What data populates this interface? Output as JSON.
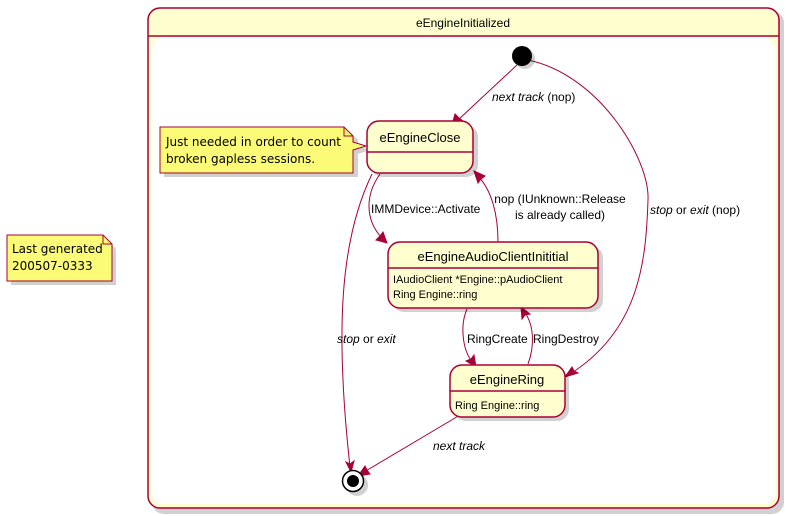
{
  "diagram": {
    "type": "state-diagram",
    "colors": {
      "state_fill": "#FEFECE",
      "border": "#A80036",
      "note_fill": "#FBFB77",
      "background": "#FFFFFF"
    },
    "composite": {
      "name": "eEngineInitialized"
    },
    "states": {
      "close": {
        "name": "eEngineClose",
        "body": []
      },
      "audio": {
        "name": "eEngineAudioClientInititial",
        "body": [
          "IAudioClient *Engine::pAudioClient",
          "Ring Engine::ring"
        ]
      },
      "ring": {
        "name": "eEngineRing",
        "body": [
          "Ring Engine::ring"
        ]
      }
    },
    "notes": {
      "last_generated": {
        "lines": [
          "Last generated",
          "200507-0333"
        ]
      },
      "close_note": {
        "lines": [
          "Just needed in order to count",
          "broken gapless sessions."
        ]
      }
    },
    "transitions": {
      "start_to_close": {
        "from": "start",
        "to": "eEngineClose",
        "label": [
          {
            "t": "next track",
            "i": true
          },
          {
            "t": " (nop)",
            "i": false
          }
        ]
      },
      "start_to_ring": {
        "from": "start",
        "to": "eEngineRing",
        "label": [
          {
            "t": "stop",
            "i": true
          },
          {
            "t": " or ",
            "i": false
          },
          {
            "t": "exit",
            "i": true
          },
          {
            "t": " (nop)",
            "i": false
          }
        ]
      },
      "close_to_audio": {
        "from": "eEngineClose",
        "to": "eEngineAudioClientInititial",
        "label": [
          {
            "t": "IMMDevice::Activate",
            "i": false
          }
        ]
      },
      "audio_to_close": {
        "from": "eEngineAudioClientInititial",
        "to": "eEngineClose",
        "label_lines": [
          "nop (IUnknown::Release",
          "is already called)"
        ]
      },
      "audio_to_ring": {
        "from": "eEngineAudioClientInititial",
        "to": "eEngineRing",
        "label": [
          {
            "t": "RingCreate",
            "i": false
          }
        ]
      },
      "ring_to_audio": {
        "from": "eEngineRing",
        "to": "eEngineAudioClientInititial",
        "label": [
          {
            "t": "RingDestroy",
            "i": false
          }
        ]
      },
      "close_to_end": {
        "from": "eEngineClose",
        "to": "end",
        "label": [
          {
            "t": "stop",
            "i": true
          },
          {
            "t": " or ",
            "i": false
          },
          {
            "t": "exit",
            "i": true
          }
        ]
      },
      "ring_to_end": {
        "from": "eEngineRing",
        "to": "end",
        "label": [
          {
            "t": "next track",
            "i": true
          }
        ]
      }
    }
  }
}
